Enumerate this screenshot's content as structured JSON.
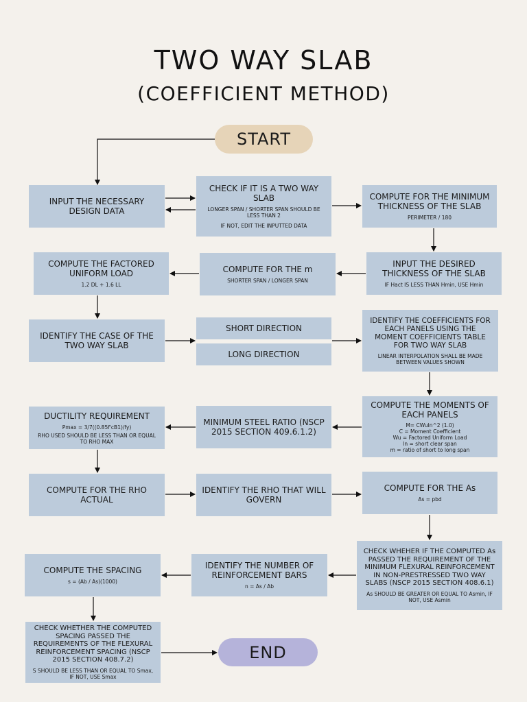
{
  "title": "TWO WAY SLAB",
  "subtitle": "(COEFFICIENT METHOD)",
  "start": "START",
  "end": "END",
  "boxes": {
    "input_data": {
      "main": "INPUT THE NECESSARY DESIGN DATA"
    },
    "check_two_way": {
      "main": "CHECK IF IT IS A TWO WAY SLAB",
      "sub": "LONGER SPAN / SHORTER SPAN SHOULD BE LESS THAN 2",
      "sub2": "IF NOT, EDIT THE INPUTTED DATA"
    },
    "min_thickness": {
      "main": "COMPUTE FOR THE MINIMUM THICKNESS OF THE SLAB",
      "sub": "PERIMETER / 180"
    },
    "factored_load": {
      "main": "COMPUTE THE FACTORED UNIFORM LOAD",
      "sub": "1.2 DL + 1.6 LL"
    },
    "compute_m": {
      "main": "COMPUTE FOR THE m",
      "sub": "SHORTER SPAN / LONGER SPAN"
    },
    "desired_thickness": {
      "main": "INPUT THE DESIRED THICKNESS OF THE SLAB",
      "sub": "IF Hact IS LESS THAN Hmin, USE Hmin"
    },
    "identify_case": {
      "main": "IDENTIFY THE CASE OF THE TWO WAY SLAB"
    },
    "short_direction": {
      "main": "SHORT DIRECTION"
    },
    "long_direction": {
      "main": "LONG DIRECTION"
    },
    "coefficients": {
      "main": "IDENTIFY THE COEFFICIENTS FOR EACH PANELS USING THE MOMENT COEFFICIENTS TABLE FOR TWO WAY SLAB",
      "sub": "LINEAR INTERPOLATION SHALL BE MADE BETWEEN VALUES SHOWN"
    },
    "ductility": {
      "main": "DUCTILITY REQUIREMENT",
      "sub": "Pmax = 3/7((0.85f'cB1)/fy)",
      "sub2": "RHO USED SHOULD BE LESS THAN OR EQUAL TO RHO MAX"
    },
    "min_steel_ratio": {
      "main": "MINIMUM STEEL RATIO (NSCP 2015 SECTION 409.6.1.2)"
    },
    "compute_moments": {
      "main": "COMPUTE THE MOMENTS OF EACH PANELS",
      "sub": "M= CWuln^2 (1.0)",
      "sub_lines": [
        "C = Moment Coefficient",
        "Wu = Factored Uniform Load",
        "ln = short clear span",
        "m = ratio of short to long span"
      ]
    },
    "rho_actual": {
      "main": "COMPUTE FOR THE RHO ACTUAL"
    },
    "rho_govern": {
      "main": "IDENTIFY THE RHO THAT WILL GOVERN"
    },
    "compute_as": {
      "main": "COMPUTE FOR THE As",
      "sub": "As = pbd"
    },
    "check_as": {
      "main": "CHECK WHEHER IF THE COMPUTED As PASSED THE REQUIREMENT OF THE MINIMUM FLEXURAL REINFORCEMENT IN NON-PRESTRESSED TWO WAY SLABS (NSCP 2015 SECTION 408.6.1)",
      "sub": "As SHOULD BE GREATER OR EQUAL TO Asmin, IF NOT, USE Asmin"
    },
    "num_bars": {
      "main": "IDENTIFY THE NUMBER OF REINFORCEMENT BARS",
      "sub": "n = As / Ab"
    },
    "spacing": {
      "main": "COMPUTE THE SPACING",
      "sub": "s = (Ab / As)(1000)"
    },
    "check_spacing": {
      "main": "CHECK WHETHER THE COMPUTED SPACING PASSED THE REQUIREMENTS OF THE FLEXURAL REINFORCEMENT SPACING (NSCP 2015 SECTION 408.7.2)",
      "sub": "S SHOULD BE LESS THAN OR EQUAL TO Smax, IF NOT, USE Smax"
    }
  }
}
